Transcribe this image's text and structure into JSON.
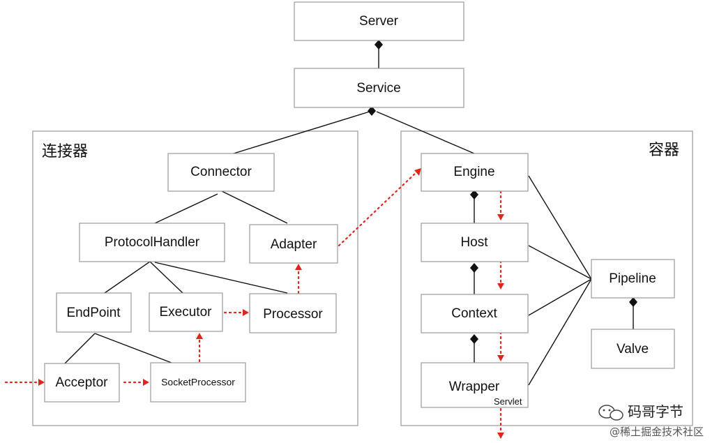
{
  "groups": {
    "connector": {
      "title": "连接器"
    },
    "container": {
      "title": "容器"
    }
  },
  "nodes": {
    "server": "Server",
    "service": "Service",
    "connector": "Connector",
    "protocol_handler": "ProtocolHandler",
    "adapter": "Adapter",
    "endpoint": "EndPoint",
    "executor": "Executor",
    "processor": "Processor",
    "acceptor": "Acceptor",
    "socket_processor": "SocketProcessor",
    "engine": "Engine",
    "host": "Host",
    "context": "Context",
    "wrapper": "Wrapper",
    "pipeline": "Pipeline",
    "valve": "Valve"
  },
  "annotations": {
    "wrapper_sub": "Servlet"
  },
  "watermark": {
    "brand": "码哥字节",
    "site": "@稀土掘金技术社区",
    "icon": "wechat-icon"
  },
  "colors": {
    "flow": "#e0261c",
    "association": "#111111",
    "border": "#9a9a9a"
  }
}
